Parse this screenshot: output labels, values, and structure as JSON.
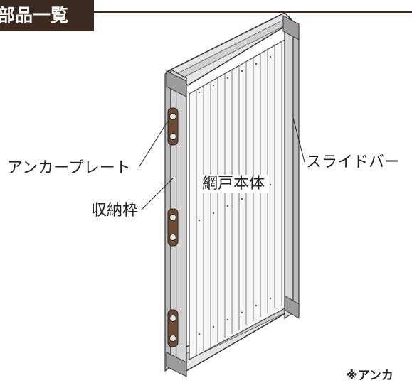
{
  "header": {
    "title": "部品一覧"
  },
  "labels": {
    "anchor_plate": "アンカープレート",
    "storage_frame": "収納枠",
    "screen_body": "網戸本体",
    "slide_bar": "スライドバー"
  },
  "footnote": "※アンカ"
}
